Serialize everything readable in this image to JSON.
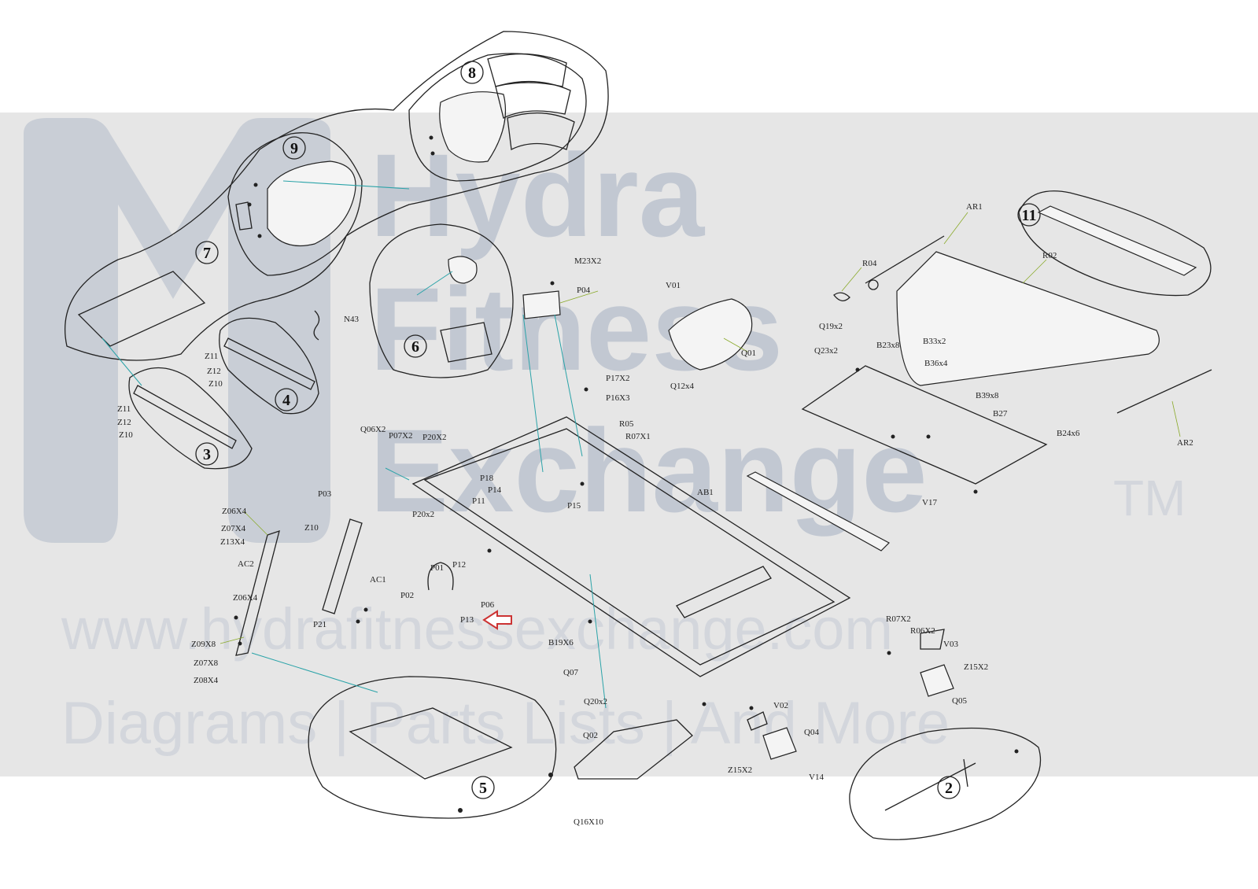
{
  "watermark": {
    "brand_line1": "Hydra",
    "brand_line2": "Fitness",
    "brand_line3": "Exchange",
    "trademark": "TM",
    "website": "www.hydrafitnessexchange.com",
    "tagline": "Diagrams | Parts Lists | And More",
    "colors": {
      "band": "#e6e6e6",
      "brand": "#c2c8d2",
      "text": "#d3d6dc"
    }
  },
  "callouts": [
    "2",
    "3",
    "4",
    "5",
    "6",
    "7",
    "8",
    "9",
    "11"
  ],
  "labels": {
    "AR1": "AR1",
    "R04": "R04",
    "R02": "R02",
    "AR2": "AR2",
    "M23X2": "M23X2",
    "P04": "P04",
    "V01": "V01",
    "Q01": "Q01",
    "Q12x4": "Q12x4",
    "Q19x2": "Q19x2",
    "Q23x2": "Q23x2",
    "B23x8": "B23x8",
    "B33x2": "B33x2",
    "B36x4": "B36x4",
    "B39x8": "B39x8",
    "B27": "B27",
    "B24x6": "B24x6",
    "V17": "V17",
    "N43": "N43",
    "Z11a": "Z11",
    "Z12a": "Z12",
    "Z10a": "Z10",
    "Z11b": "Z11",
    "Z12b": "Z12",
    "Z10b": "Z10",
    "P17X2": "P17X2",
    "P16X3": "P16X3",
    "R05": "R05",
    "R07X1": "R07X1",
    "Q06X2": "Q06X2",
    "P07X2": "P07X2",
    "P20X2": "P20X2",
    "P18": "P18",
    "P14": "P14",
    "P11": "P11",
    "P20x2": "P20x2",
    "P15": "P15",
    "AB1": "AB1",
    "P03": "P03",
    "Z06X4a": "Z06X4",
    "Z07X4": "Z07X4",
    "Z13X4": "Z13X4",
    "Z10c": "Z10",
    "AC2": "AC2",
    "AC1": "AC1",
    "Z06X4b": "Z06X4",
    "P21": "P21",
    "Z09X8": "Z09X8",
    "Z07X8": "Z07X8",
    "Z08X4": "Z08X4",
    "P01": "P01",
    "P12": "P12",
    "P02": "P02",
    "P06": "P06",
    "P13": "P13",
    "B19X6": "B19X6",
    "Q07": "Q07",
    "Q20x2": "Q20x2",
    "Q02": "Q02",
    "Q16X10": "Q16X10",
    "V02": "V02",
    "Q04": "Q04",
    "Z15X2a": "Z15X2",
    "V14": "V14",
    "R07X2": "R07X2",
    "R06X2": "R06X2",
    "V03": "V03",
    "Z15X2b": "Z15X2",
    "Q05": "Q05"
  }
}
